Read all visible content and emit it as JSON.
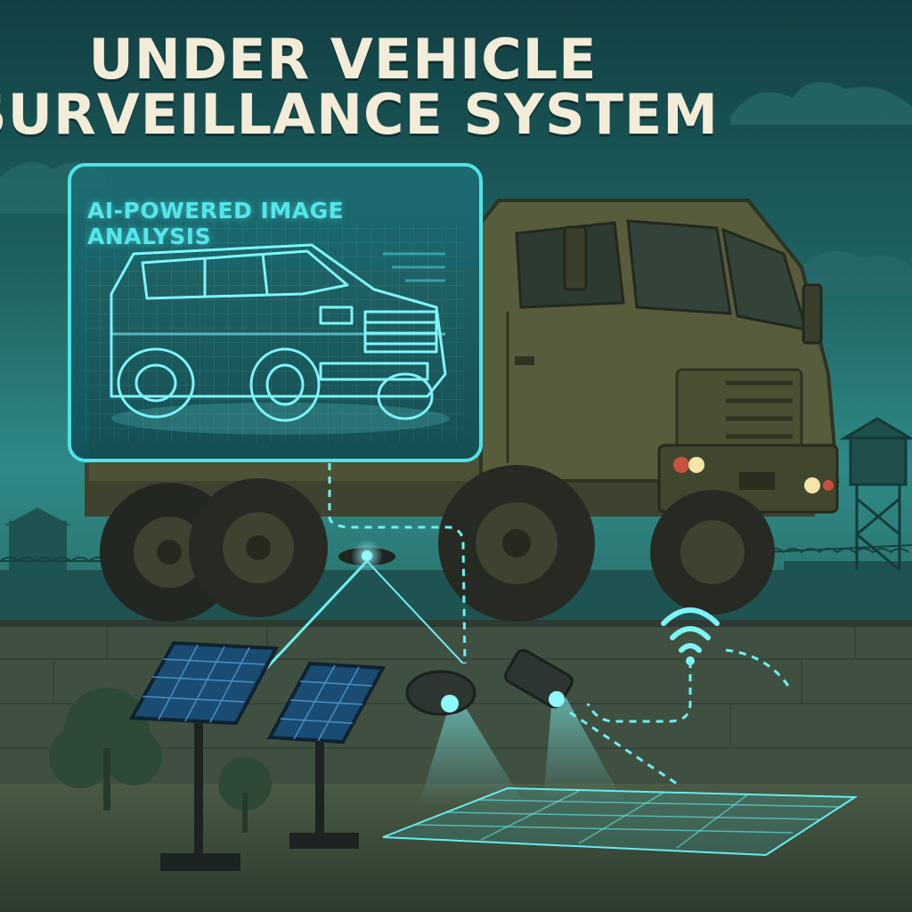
{
  "title": {
    "line1": "UNDER VEHICLE",
    "line2": "SURVEILLANCE SYSTEM"
  },
  "panel": {
    "heading": "AI-POWERED IMAGE ANALYSIS"
  },
  "colors": {
    "sky_top": "#174a4e",
    "sky_bottom": "#2f8a86",
    "ground": "#3c4b3c",
    "truck_olive": "#555a3a",
    "hologram_cyan": "#41e0e6",
    "title_cream": "#f2ecd8"
  }
}
